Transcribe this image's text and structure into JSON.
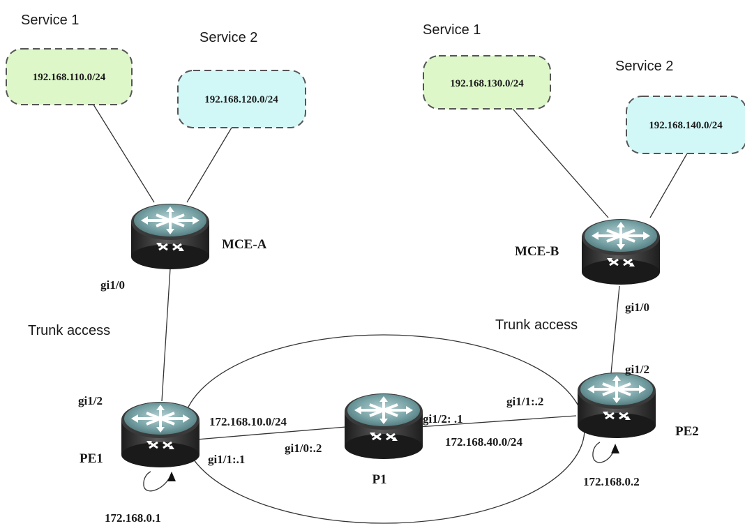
{
  "services": [
    {
      "label": "Service 1",
      "network": "192.168.110.0/24",
      "color": "#ddf7c9"
    },
    {
      "label": "Service 2",
      "network": "192.168.120.0/24",
      "color": "#d2f7f7"
    },
    {
      "label": "Service 1",
      "network": "192.168.130.0/24",
      "color": "#ddf7c9"
    },
    {
      "label": "Service 2",
      "network": "192.168.140.0/24",
      "color": "#d2f7f7"
    }
  ],
  "devices": {
    "mce_a": "MCE-A",
    "mce_b": "MCE-B",
    "pe1": "PE1",
    "pe2": "PE2",
    "p1": "P1"
  },
  "labels": {
    "trunk_left": "Trunk access",
    "trunk_right": "Trunk access",
    "mce_a_port": "gi1/0",
    "mce_b_port": "gi1/0",
    "pe1_gi12": "gi1/2",
    "pe1_gi11": "gi1/1:.1",
    "pe1_loopback": "172.168.0.1",
    "pe2_gi12": "gi1/2",
    "pe2_gi11": "gi1/1:.2",
    "pe2_loopback": "172.168.0.2",
    "p1_gi10": "gi1/0:.2",
    "p1_gi12": "gi1/2: .1",
    "net_pe1_p1": "172.168.10.0/24",
    "net_p1_pe2": "172.168.40.0/24"
  },
  "colors": {
    "router_top": "#6f9da0",
    "router_body": "#2e2e2e",
    "line": "#333333"
  },
  "icons": {
    "router": "router-icon",
    "loopback": "loopback-arrow-icon"
  }
}
